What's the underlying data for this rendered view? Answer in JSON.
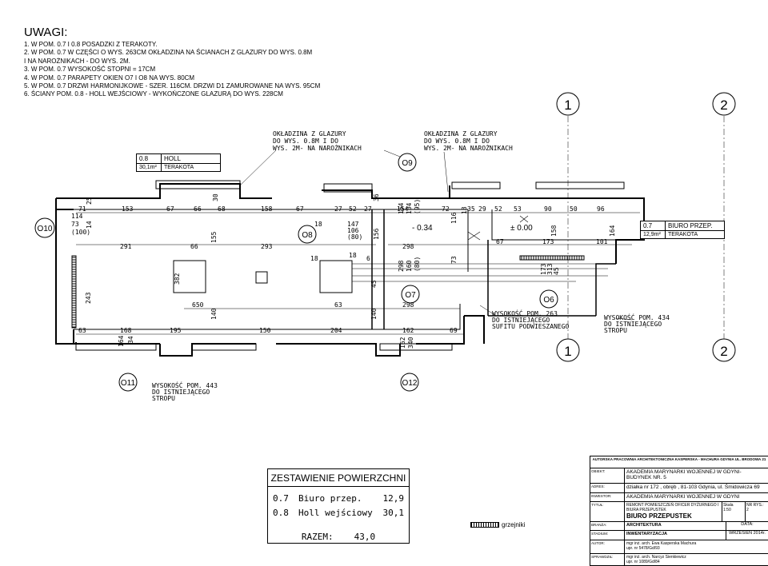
{
  "notes": {
    "heading": "UWAGI:",
    "items": [
      "1. W POM. 0.7 I 0.8 POSADZKI Z TERAKOTY.",
      "2. W POM. 0.7  W CZĘŚCI O WYS. 263CM OKŁADZINA NA ŚCIANACH  Z GLAZURY DO WYS. 0.8M",
      "I NA NAROŻNIKACH - DO WYS. 2M.",
      "3. W POM. 0.7 WYSOKOŚĆ STOPNI = 17CM",
      "4. W POM. 0.7 PARAPETY OKIEN O7 I O8 NA WYS. 80CM",
      "5. W POM. 0.7 DRZWI HARMONIJKOWE - SZER. 116CM. DRZWI D1 ZAMUROWANE NA WYS. 95CM",
      "6. ŚCIANY POM. 0.8 - HOLL WEJŚCIOWY - WYKOŃCZONE GLAZURĄ DO WYS. 228CM"
    ]
  },
  "axes": {
    "a1": "1",
    "a2": "2",
    "b1": "1",
    "b2": "2"
  },
  "windows": {
    "o8": "O8",
    "o9": "O9",
    "o10": "O10",
    "o7": "O7",
    "o6": "O6",
    "o11": "O11",
    "o12": "O12"
  },
  "room_holl": {
    "number": "0.8",
    "name": "HOLL",
    "area": "30,1m²",
    "finish": "TERAKOTA"
  },
  "room_biuro": {
    "number": "0.7",
    "name": "BIURO PRZEP.",
    "area": "12,9m²",
    "finish": "TERAKOTA"
  },
  "annotations": {
    "glaz1": [
      "OKŁADZINA Z GLAZURY",
      "DO WYS. 0.8M I DO",
      "WYS. 2M- NA NAROŻNIKACH"
    ],
    "glaz2": [
      "OKŁADZINA Z GLAZURY",
      "DO WYS. 0.8M I DO",
      "WYS. 2M- NA NAROŻNIKACH"
    ],
    "height263": [
      "WYSOKOŚĆ POM. 263",
      "DO ISTNIEJĄCEGO",
      "SUFITU PODWIESZANEGO"
    ],
    "height434": [
      "WYSOKOŚĆ POM. 434",
      "DO ISTNIEJĄCEGO",
      "STROPU"
    ],
    "height443": [
      "WYSOKOŚĆ POM. 443",
      "DO ISTNIEJĄCEGO",
      "STROPU"
    ]
  },
  "levels": {
    "l1": "- 0.34",
    "l2": "± 0.00"
  },
  "dims": {
    "top": [
      "71",
      "153",
      "67",
      "66",
      "68",
      "158",
      "67",
      "27",
      "52",
      "27",
      "154",
      "72",
      "35",
      "29",
      "52",
      "53",
      "90",
      "50",
      "96"
    ],
    "left": [
      "114",
      "73",
      "(100)",
      "14",
      "25"
    ],
    "mid": [
      "291",
      "66",
      "293",
      "18",
      "147",
      "106",
      "(80)",
      "298",
      "67",
      "173",
      "101",
      "18",
      "18",
      "6"
    ],
    "vert": [
      "30",
      "155",
      "382",
      "36",
      "156",
      "154",
      "104",
      "(95)",
      "298",
      "160",
      "(80)",
      "73",
      "116",
      "18",
      "158",
      "164",
      "173",
      "313",
      "45",
      "45",
      "140",
      "243",
      "140",
      "162",
      "340",
      "34",
      "164"
    ],
    "lower": [
      "650",
      "63",
      "298"
    ],
    "bottom": [
      "63",
      "168",
      "195",
      "150",
      "204",
      "162",
      "69"
    ]
  },
  "summary": {
    "title": "ZESTAWIENIE POWIERZCHNI",
    "rows": [
      {
        "no": "0.7",
        "name": "Biuro przep.",
        "area": "12,9"
      },
      {
        "no": "0.8",
        "name": "Holl wejściowy",
        "area": "30,1"
      }
    ],
    "total_label": "RAZEM:",
    "total_value": "43,0"
  },
  "legend": {
    "label": "grzejniki"
  },
  "title_block": {
    "head": "AUTORSKA PRACOWNIA  ARCHITEKTONICZNA  KASPERSKA - MACHURA GDYNIA UL. BRODOWA 21",
    "obiekt_label": "OBIEKT:",
    "obiekt": "AKADEMIA MARYNARKI WOJENNEJ W GDYNI- BUDYNEK NR. 5",
    "adres_label": "ADRES:",
    "adres": "działka nr 172  , obręb  , 81-103 Gdynia, ul. Śmidowicza 69",
    "inwestor_label": "INWESTOR:",
    "inwestor": "AKADEMIA MARYNARKI WOJENNEJ W GDYNI",
    "tytul_label": "TYTUŁ:",
    "tytul_small": "REMONT POMIESZCZEŃ OFICER DYŻURNEGO I BIURA PRZEPUSTEK",
    "tytul": "BIURO PRZEPUSTEK",
    "skala_label": "Skala",
    "skala": "1:50",
    "nr_label": "NR RYS.:",
    "nr": "2",
    "branza_label": "BRANŻA:",
    "branza": "ARCHITEKTURA",
    "stadium_label": "STADIUM:",
    "stadium": "INWENTARYZACJA",
    "data_label": "DATA:",
    "data": "WRZESIEŃ 2014r.",
    "autor_label": "AUTOR:",
    "autor": [
      "mgr inż. arch. Ewa Kasperska Machura",
      "upr. nr 5478/Gd/93"
    ],
    "sprawdzil_label": "SPRAWDZIŁ:",
    "sprawdzil": [
      "mgr inż. arch. Narcyz Sienkiewicz",
      "upr. nr 1089/Gd/84"
    ]
  }
}
